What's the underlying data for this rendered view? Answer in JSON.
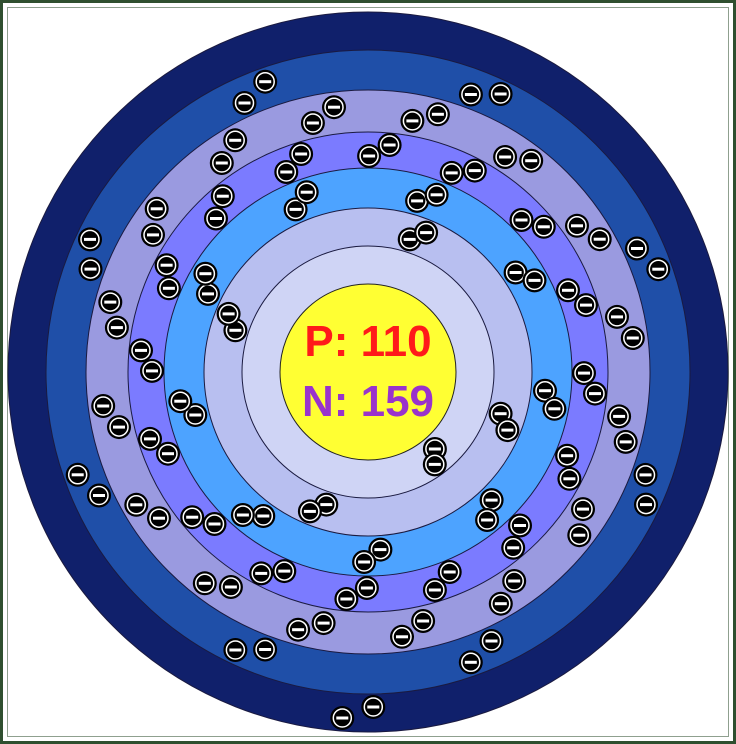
{
  "nucleus": {
    "protons_label": "P: 110",
    "neutrons_label": "N: 159",
    "protons_color": "#ff1a1a",
    "neutrons_color": "#9933cc",
    "fill_color": "#ffff33"
  },
  "shell_colors": [
    "#cfd4f5",
    "#b8bff0",
    "#4da3ff",
    "#7b7bff",
    "#9a9ae0",
    "#1f4fa8",
    "#10206b"
  ],
  "electron_symbol": "–",
  "electron_counts_per_shell": [
    2,
    8,
    18,
    32,
    32,
    16,
    2
  ]
}
